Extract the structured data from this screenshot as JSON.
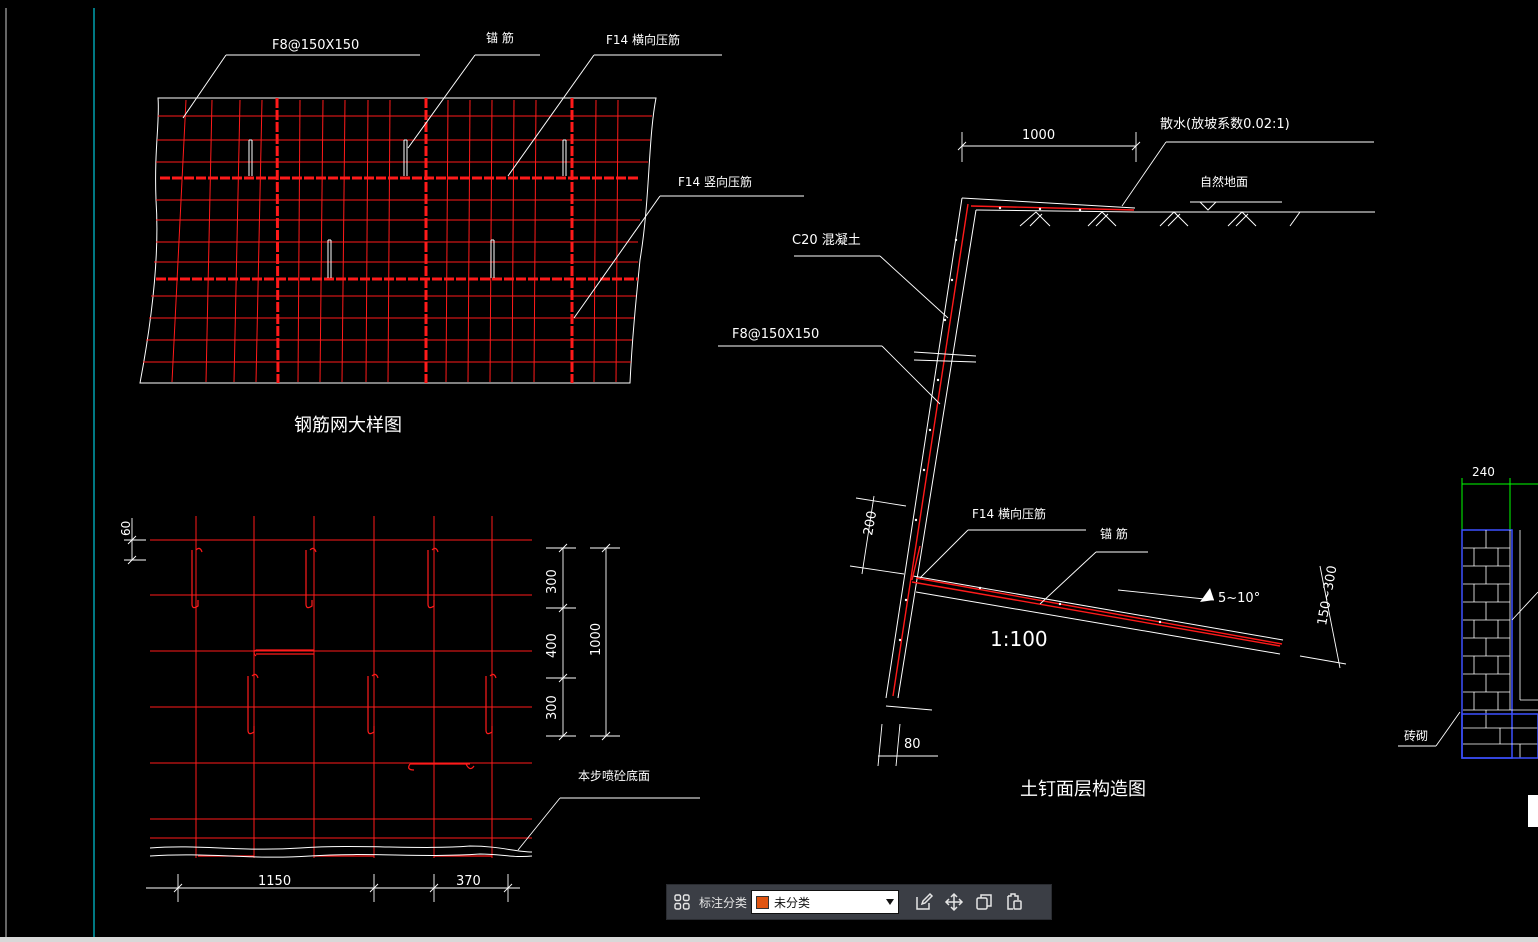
{
  "texts": {
    "mesh_label_f8": "F8@150X150",
    "mesh_label_anchor": "锚 筋",
    "mesh_label_f14h": "F14 横向压筋",
    "mesh_label_f14v": "F14 竖向压筋",
    "mesh_title": "钢筋网大样图",
    "dim_1000_top": "1000",
    "slope_note": "散水(放坡系数0.02:1)",
    "ground": "自然地面",
    "c20": "C20 混凝土",
    "nail_f8": "F8@150X150",
    "nail_f14h": "F14 横向压筋",
    "nail_anchor": "锚 筋",
    "dim_200": "200",
    "angle": "5~10°",
    "ratio": "1:100",
    "dim_150_300": "150~300",
    "dim_80": "80",
    "nail_title": "土钉面层构造图",
    "dim_60": "60",
    "dim_300a": "300",
    "dim_400": "400",
    "dim_300b": "300",
    "dim_1000_v": "1000",
    "bottom_note": "本步喷砼底面",
    "dim_1150": "1150",
    "dim_370": "370",
    "dim_240": "240",
    "brick": "砖砌"
  },
  "toolbar": {
    "grid_icon": "grid-icon",
    "category_label": "标注分类",
    "category_value": "未分类",
    "category_color": "#e05512",
    "edit_icon": "edit-icon",
    "move_icon": "move-icon",
    "copy_icon": "copy-icon",
    "paste_icon": "paste-icon"
  },
  "colors": {
    "rebar": "#ff1a1a",
    "line": "#ffffff",
    "cyan": "#00c8d8",
    "green": "#00ff00",
    "blue": "#3c50ff"
  }
}
